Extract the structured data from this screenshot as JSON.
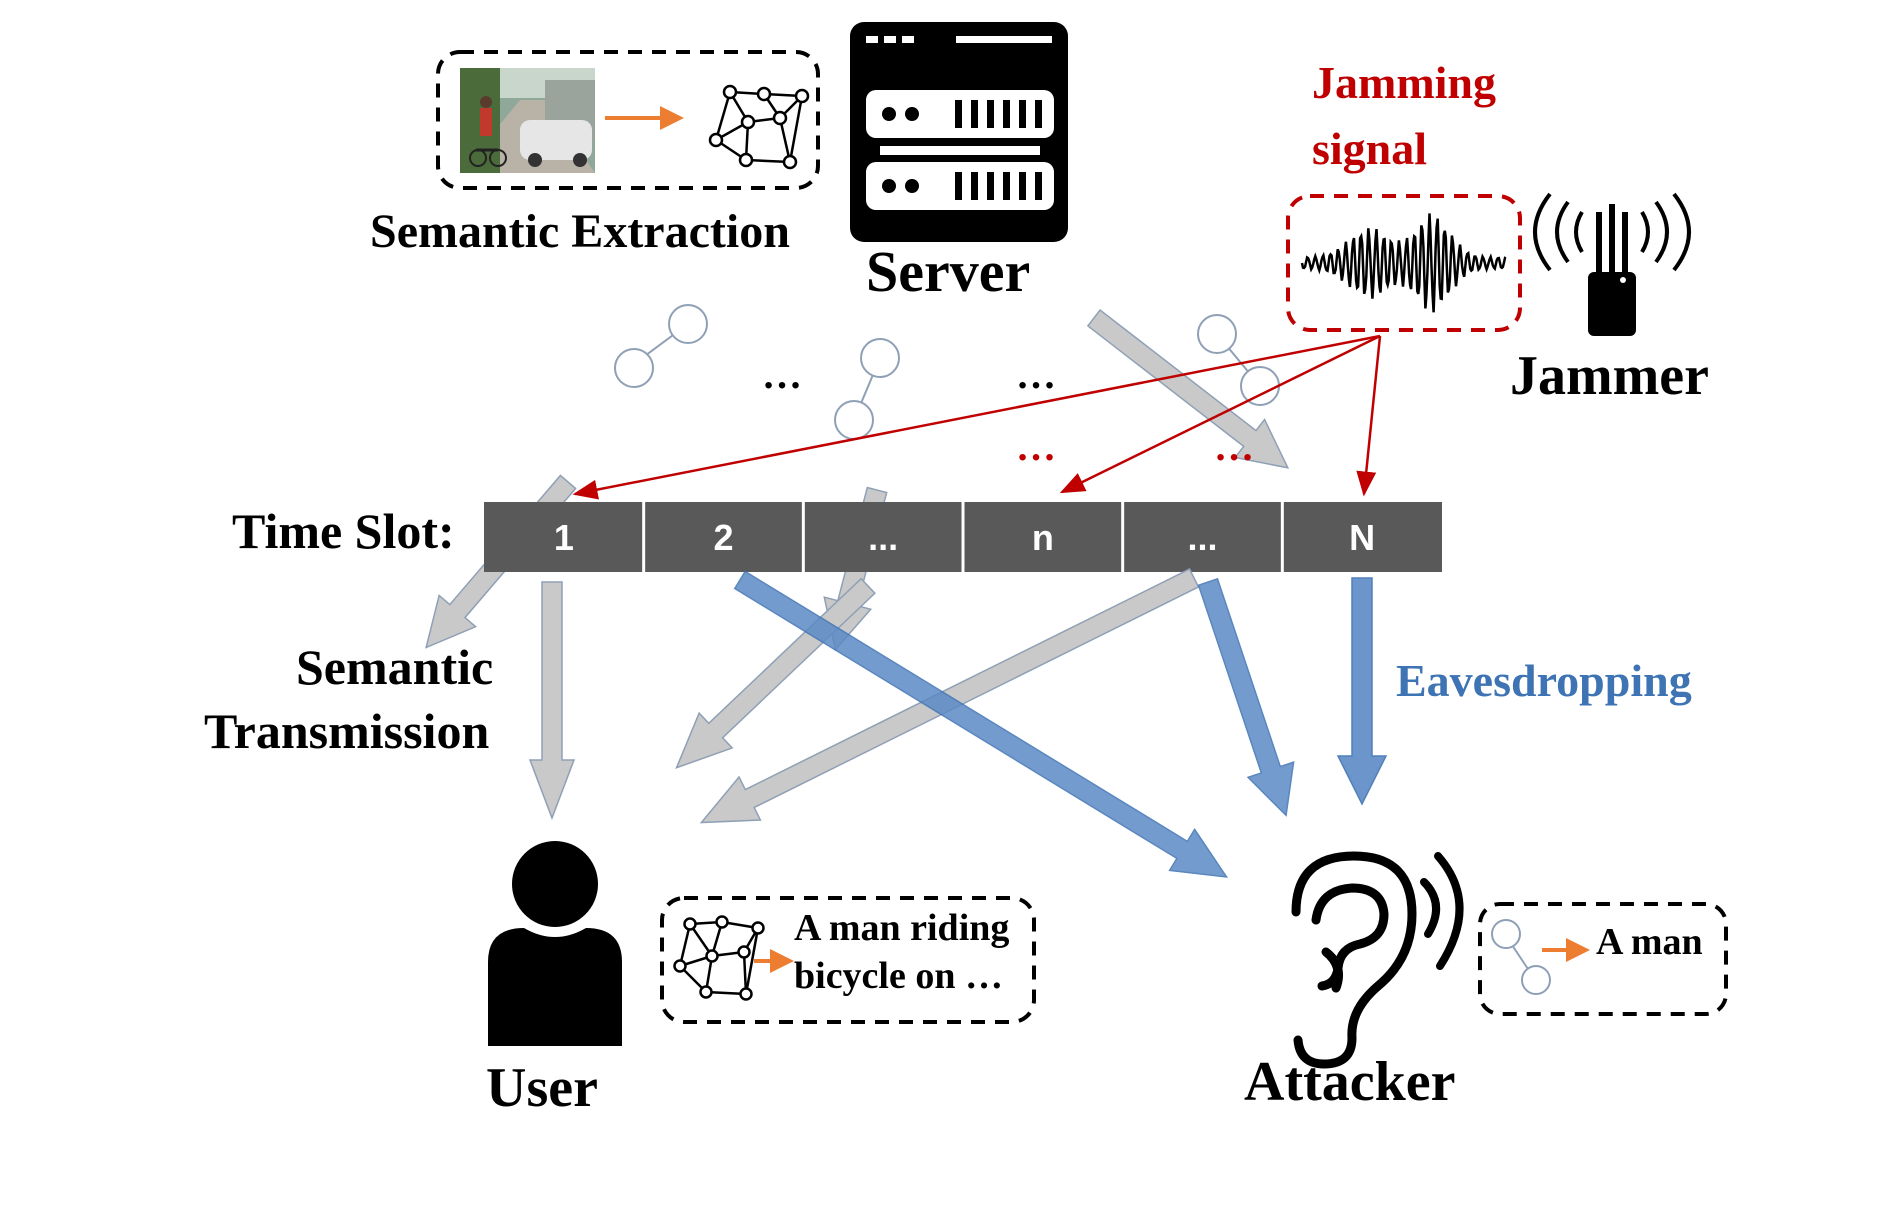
{
  "nodes": {
    "server": "Server",
    "jammer": "Jammer",
    "user": "User",
    "attacker": "Attacker"
  },
  "labels": {
    "semantic_extraction": "Semantic Extraction",
    "jamming_line1": "Jamming",
    "jamming_line2": "signal",
    "time_slot": "Time Slot:",
    "semantic_transmission_line1": "Semantic",
    "semantic_transmission_line2": "Transmission",
    "eavesdropping": "Eavesdropping"
  },
  "time_slots": [
    "1",
    "2",
    "...",
    "n",
    "...",
    "N"
  ],
  "ellipses": {
    "black": "…",
    "red": "…"
  },
  "user_output": {
    "line1": "A man riding",
    "line2": "bicycle on …"
  },
  "attacker_output": "A man",
  "colors": {
    "jamming": "#c00000",
    "eavesdropping": "#3e73b4",
    "transmission_arrow": "#c9c9c9",
    "slot_bar": "#595959",
    "mapping_arrow": "#ed7d31"
  }
}
